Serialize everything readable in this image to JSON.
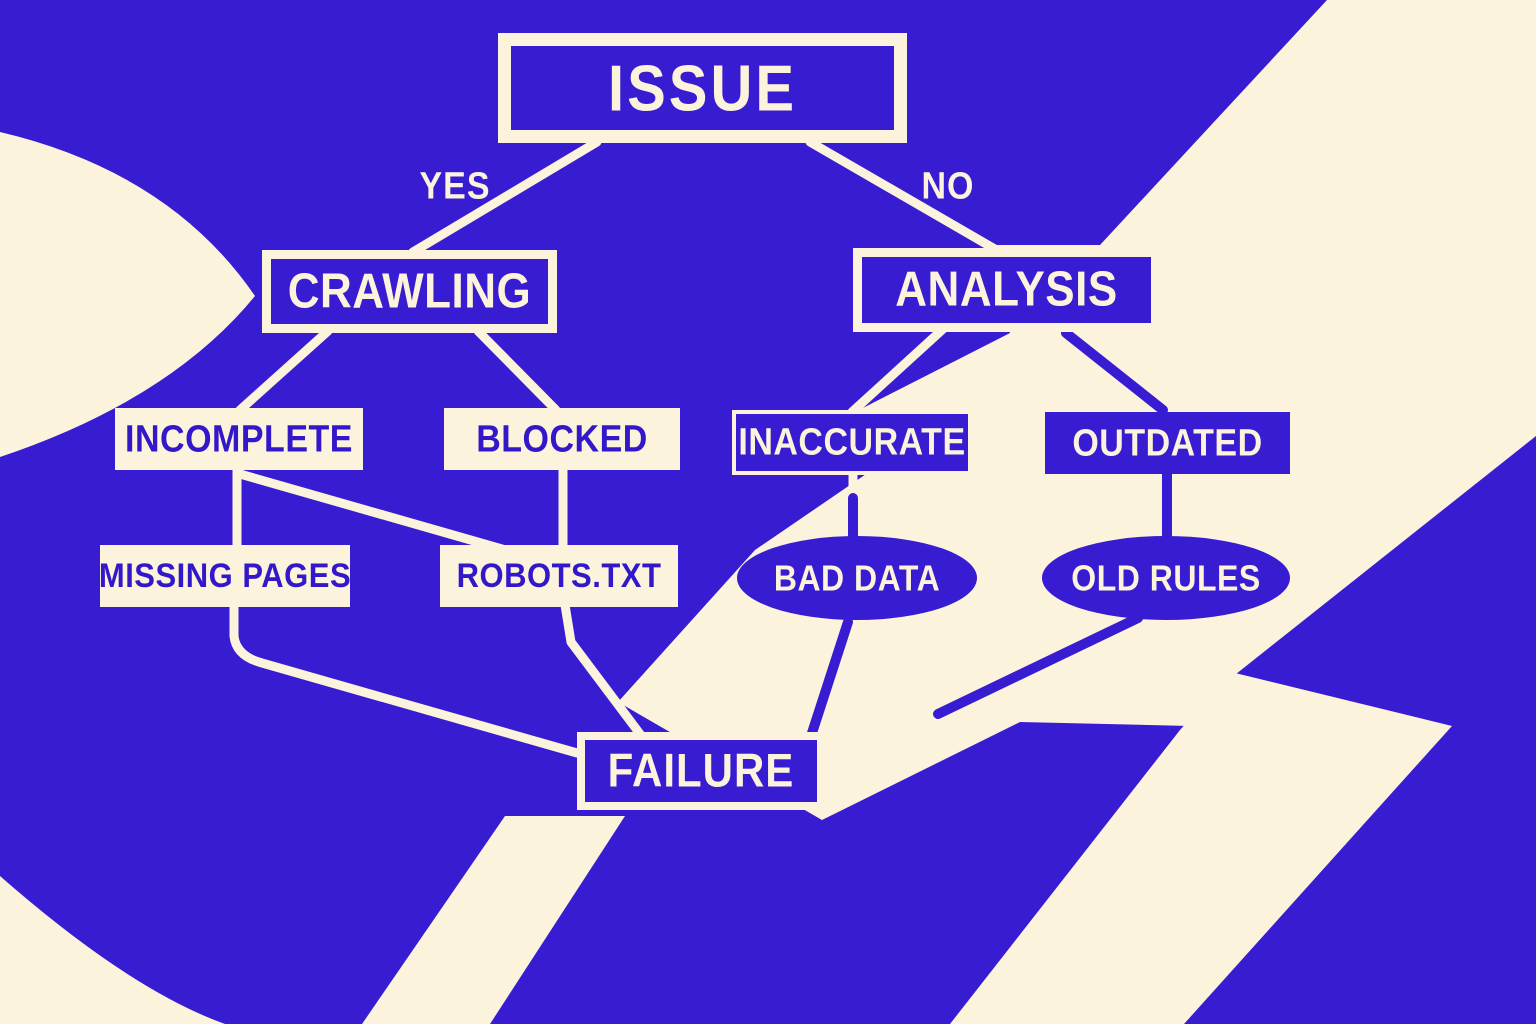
{
  "colors": {
    "blue": "#381cd1",
    "cream": "#fbf3dc",
    "text_blue": "#3318c9"
  },
  "diagram": {
    "nodes": {
      "issue": "ISSUE",
      "crawling": "CRAWLING",
      "analysis": "ANALYSIS",
      "incomplete": "INCOMPLETE",
      "blocked": "BLOCKED",
      "inaccurate": "INACCURATE",
      "outdated": "OUTDATED",
      "missing_pages": "MISSING PAGES",
      "robots_txt": "ROBOTS.TXT",
      "bad_data": "BAD DATA",
      "old_rules": "OLD RULES",
      "failure": "FAILURE"
    },
    "branch_labels": {
      "yes": "YES",
      "no": "NO"
    },
    "edges": [
      {
        "from": "ISSUE",
        "to": "CRAWLING",
        "label": "YES"
      },
      {
        "from": "ISSUE",
        "to": "ANALYSIS",
        "label": "NO"
      },
      {
        "from": "CRAWLING",
        "to": "INCOMPLETE",
        "label": ""
      },
      {
        "from": "CRAWLING",
        "to": "BLOCKED",
        "label": ""
      },
      {
        "from": "ANALYSIS",
        "to": "INACCURATE",
        "label": ""
      },
      {
        "from": "ANALYSIS",
        "to": "OUTDATED",
        "label": ""
      },
      {
        "from": "INCOMPLETE",
        "to": "MISSING PAGES",
        "label": ""
      },
      {
        "from": "INCOMPLETE",
        "to": "ROBOTS.TXT",
        "label": ""
      },
      {
        "from": "BLOCKED",
        "to": "ROBOTS.TXT",
        "label": ""
      },
      {
        "from": "INACCURATE",
        "to": "BAD DATA",
        "label": ""
      },
      {
        "from": "OUTDATED",
        "to": "OLD RULES",
        "label": ""
      },
      {
        "from": "MISSING PAGES",
        "to": "FAILURE",
        "label": ""
      },
      {
        "from": "ROBOTS.TXT",
        "to": "FAILURE",
        "label": ""
      },
      {
        "from": "BAD DATA",
        "to": "FAILURE",
        "label": ""
      },
      {
        "from": "OLD RULES",
        "to": "FAILURE",
        "label": ""
      }
    ]
  }
}
